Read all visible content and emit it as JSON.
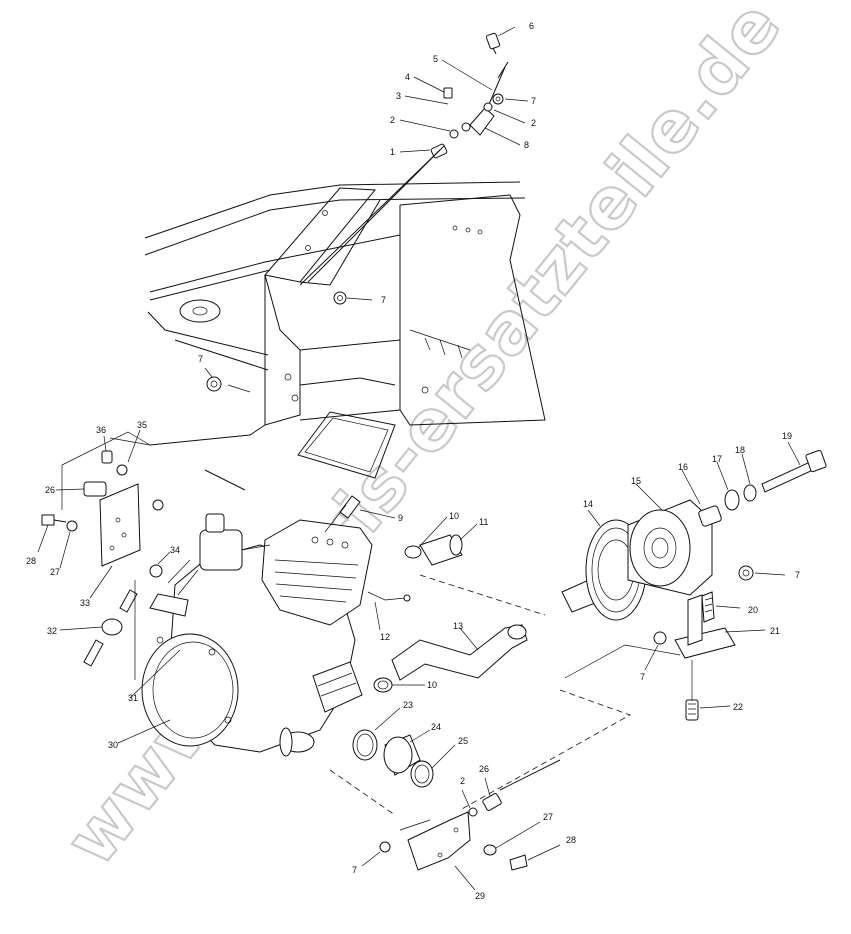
{
  "watermark": "www.polaris-ersatzteile.de",
  "callouts": [
    {
      "id": "c6",
      "text": "6"
    },
    {
      "id": "c5",
      "text": "5"
    },
    {
      "id": "c4",
      "text": "4"
    },
    {
      "id": "c3",
      "text": "3"
    },
    {
      "id": "c2a",
      "text": "2"
    },
    {
      "id": "c1",
      "text": "1"
    },
    {
      "id": "c7a",
      "text": "7"
    },
    {
      "id": "c2b",
      "text": "2"
    },
    {
      "id": "c8",
      "text": "8"
    },
    {
      "id": "c7b",
      "text": "7"
    },
    {
      "id": "c7c",
      "text": "7"
    },
    {
      "id": "c36",
      "text": "36"
    },
    {
      "id": "c35",
      "text": "35"
    },
    {
      "id": "c26a",
      "text": "26"
    },
    {
      "id": "c28a",
      "text": "28"
    },
    {
      "id": "c27a",
      "text": "27"
    },
    {
      "id": "c33",
      "text": "33"
    },
    {
      "id": "c34",
      "text": "34"
    },
    {
      "id": "c32",
      "text": "32"
    },
    {
      "id": "c31",
      "text": "31"
    },
    {
      "id": "c30",
      "text": "30"
    },
    {
      "id": "c9",
      "text": "9"
    },
    {
      "id": "c10a",
      "text": "10"
    },
    {
      "id": "c11",
      "text": "11"
    },
    {
      "id": "c12",
      "text": "12"
    },
    {
      "id": "c13",
      "text": "13"
    },
    {
      "id": "c10b",
      "text": "10"
    },
    {
      "id": "c14",
      "text": "14"
    },
    {
      "id": "c15",
      "text": "15"
    },
    {
      "id": "c16",
      "text": "16"
    },
    {
      "id": "c17",
      "text": "17"
    },
    {
      "id": "c18",
      "text": "18"
    },
    {
      "id": "c19",
      "text": "19"
    },
    {
      "id": "c7d",
      "text": "7"
    },
    {
      "id": "c20",
      "text": "20"
    },
    {
      "id": "c21",
      "text": "21"
    },
    {
      "id": "c7e",
      "text": "7"
    },
    {
      "id": "c22",
      "text": "22"
    },
    {
      "id": "c23",
      "text": "23"
    },
    {
      "id": "c24",
      "text": "24"
    },
    {
      "id": "c25",
      "text": "25"
    },
    {
      "id": "c2c",
      "text": "2"
    },
    {
      "id": "c26b",
      "text": "26"
    },
    {
      "id": "c27b",
      "text": "27"
    },
    {
      "id": "c28b",
      "text": "28"
    },
    {
      "id": "c7f",
      "text": "7"
    },
    {
      "id": "c29",
      "text": "29"
    }
  ]
}
